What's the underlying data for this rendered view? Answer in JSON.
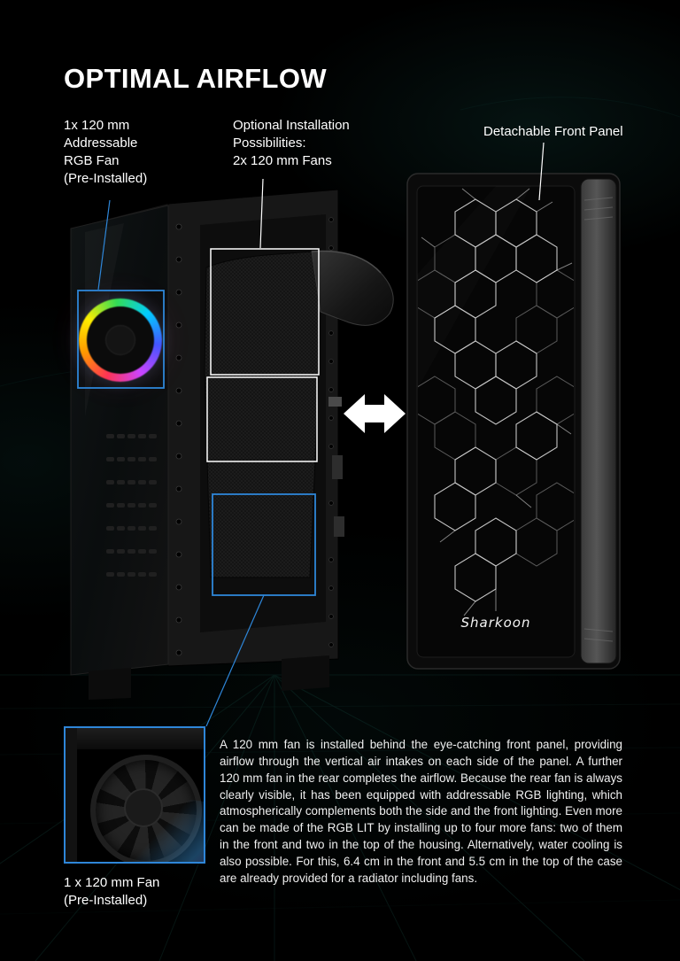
{
  "page": {
    "title": "OPTIMAL AIRFLOW"
  },
  "callouts": {
    "rgb_fan": {
      "label": "1x 120 mm\nAddressable\nRGB Fan\n(Pre-Installed)"
    },
    "optional_fans": {
      "label": "Optional Installation\nPossibilities:\n2x 120 mm Fans"
    },
    "front_panel": {
      "label": "Detachable Front Panel"
    },
    "bottom_fan": {
      "label": "1 x 120 mm Fan\n(Pre-Installed)"
    }
  },
  "description": {
    "text": "A 120 mm fan is installed behind the eye-catching front panel, providing airflow through the vertical air intakes on each side of the panel. A further 120 mm fan in the rear completes the airflow. Because the rear fan is always clearly visible, it has been equipped with addressable RGB lighting, which atmospherically complements both the side and the front lighting. Even more can be made of the RGB LIT by installing up to four more fans: two of them in the front and two in the top of the housing. Alternatively, water cooling is also possible. For this, 6.4 cm in the front and 5.5 cm in the top of the case are already provided for a radiator including fans."
  },
  "brand": {
    "logo_text": "Sharkoon"
  },
  "colors": {
    "accent_blue": "#2e86d8",
    "background": "#000000",
    "teal_glow": "#123f3a",
    "text": "#ffffff"
  }
}
